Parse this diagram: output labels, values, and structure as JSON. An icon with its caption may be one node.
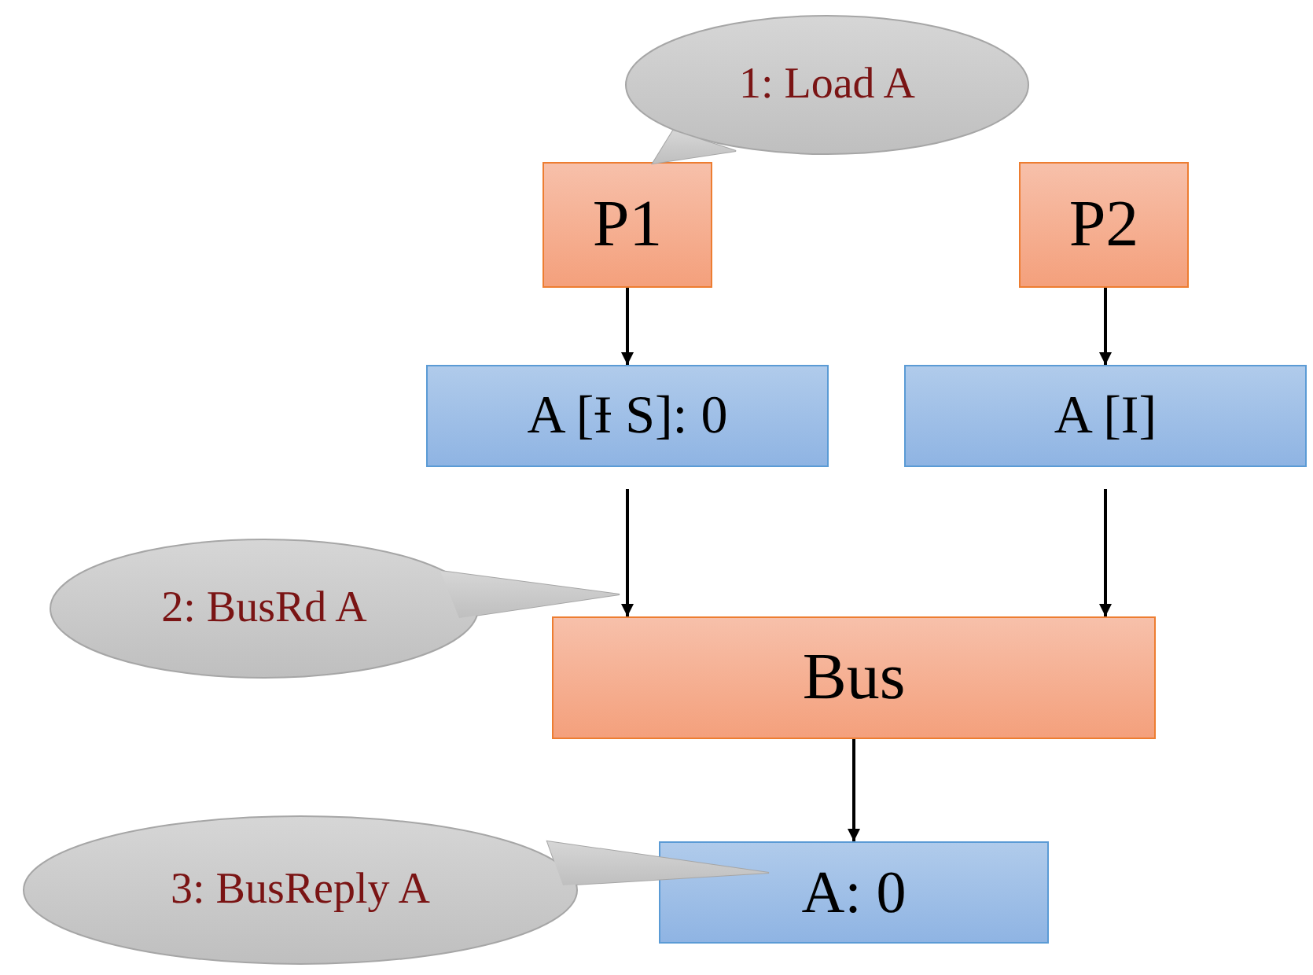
{
  "diagram": {
    "nodes": [
      {
        "text": [
          "1: Load A"
        ]
      },
      {
        "text": [
          "P1"
        ]
      },
      {
        "text": [
          "P2"
        ]
      },
      {
        "text": [
          "A [Ɨ S]: 0"
        ]
      },
      {
        "text": [
          "A [I]"
        ]
      },
      {
        "text": [
          "2: BusRd A"
        ]
      },
      {
        "text": [
          "Bus"
        ]
      },
      {
        "text": [
          "3: BusReply A"
        ]
      },
      {
        "text": [
          "A: 0"
        ]
      }
    ],
    "edges": [
      {
        "from": 1,
        "to": 3,
        "arrow": "to"
      },
      {
        "from": 2,
        "to": 4,
        "arrow": "to"
      },
      {
        "from": 3,
        "to": 6,
        "arrow": "to"
      },
      {
        "from": 4,
        "to": 6,
        "arrow": "to"
      },
      {
        "from": 6,
        "to": 8,
        "arrow": "to"
      }
    ]
  }
}
